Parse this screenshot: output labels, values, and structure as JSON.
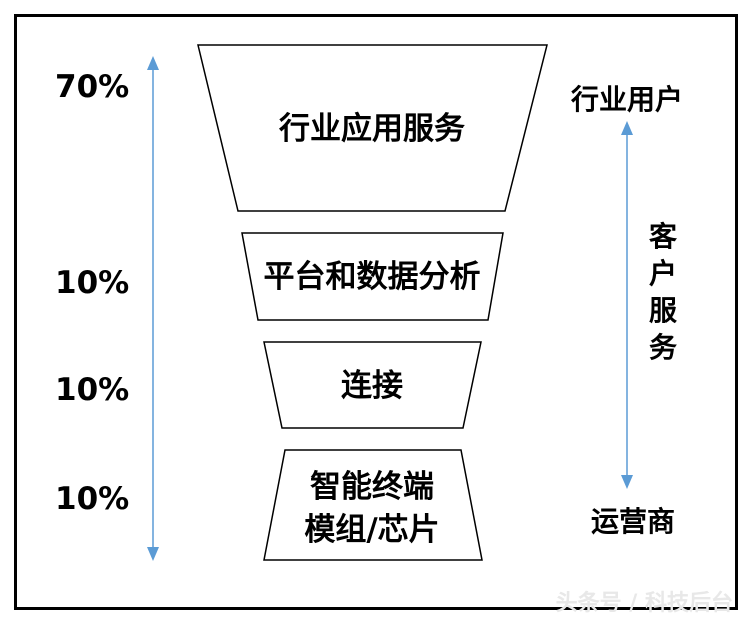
{
  "percentages": [
    "70%",
    "10%",
    "10%",
    "10%"
  ],
  "tiers": [
    {
      "lines": [
        "行业应用服务"
      ]
    },
    {
      "lines": [
        "平台和数据分析"
      ]
    },
    {
      "lines": [
        "连接"
      ]
    },
    {
      "lines": [
        "智能终端",
        "模组/芯片"
      ]
    }
  ],
  "right_labels": {
    "top": "行业用户",
    "middle": [
      "客",
      "户",
      "服",
      "务"
    ],
    "bottom": "运营商"
  },
  "watermark": "头条号 / 科技后台",
  "colors": {
    "arrow": "#5b9bd5",
    "border": "#000000",
    "text": "#000000"
  }
}
